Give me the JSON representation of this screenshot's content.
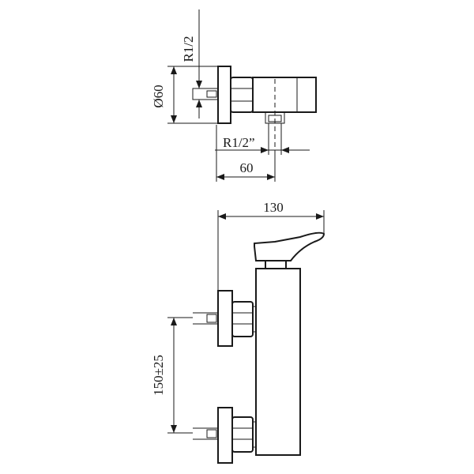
{
  "top_view": {
    "label_thread_vertical": "R1/2",
    "label_diameter": "Ø60",
    "label_thread_horizontal": "R1/2”",
    "label_depth": "60"
  },
  "front_view": {
    "label_width": "130",
    "label_spacing": "150±25"
  }
}
